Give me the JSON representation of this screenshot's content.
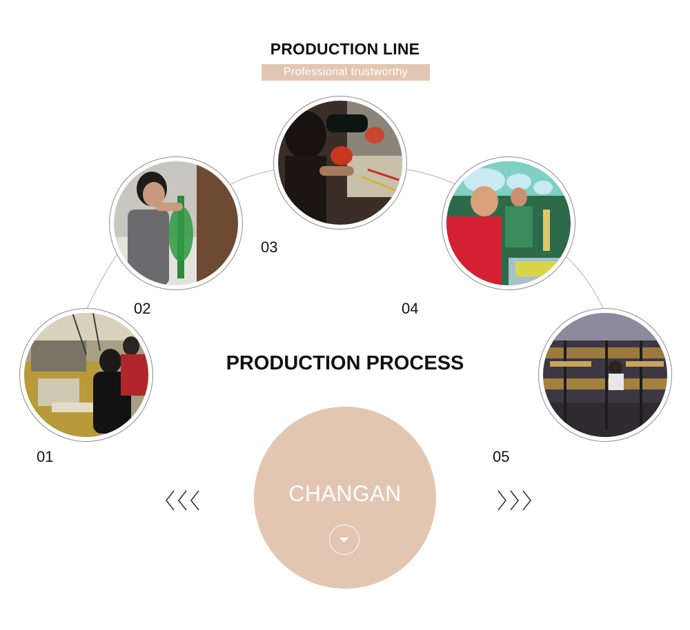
{
  "header": {
    "title": "PRODUCTION LINE",
    "subtitle": "Professional trustworthy"
  },
  "steps": [
    {
      "number": "01"
    },
    {
      "number": "02"
    },
    {
      "number": "03"
    },
    {
      "number": "04"
    },
    {
      "number": "05"
    }
  ],
  "main": {
    "section_title": "PRODUCTION PROCESS",
    "brand": "CHANGAN"
  },
  "icons": {
    "prev": "triple-chevron-left-icon",
    "next": "triple-chevron-right-icon",
    "down": "chevron-down-icon"
  },
  "colors": {
    "accent": "#e3c6b1",
    "text": "#111111",
    "line": "#8b8b8b"
  }
}
